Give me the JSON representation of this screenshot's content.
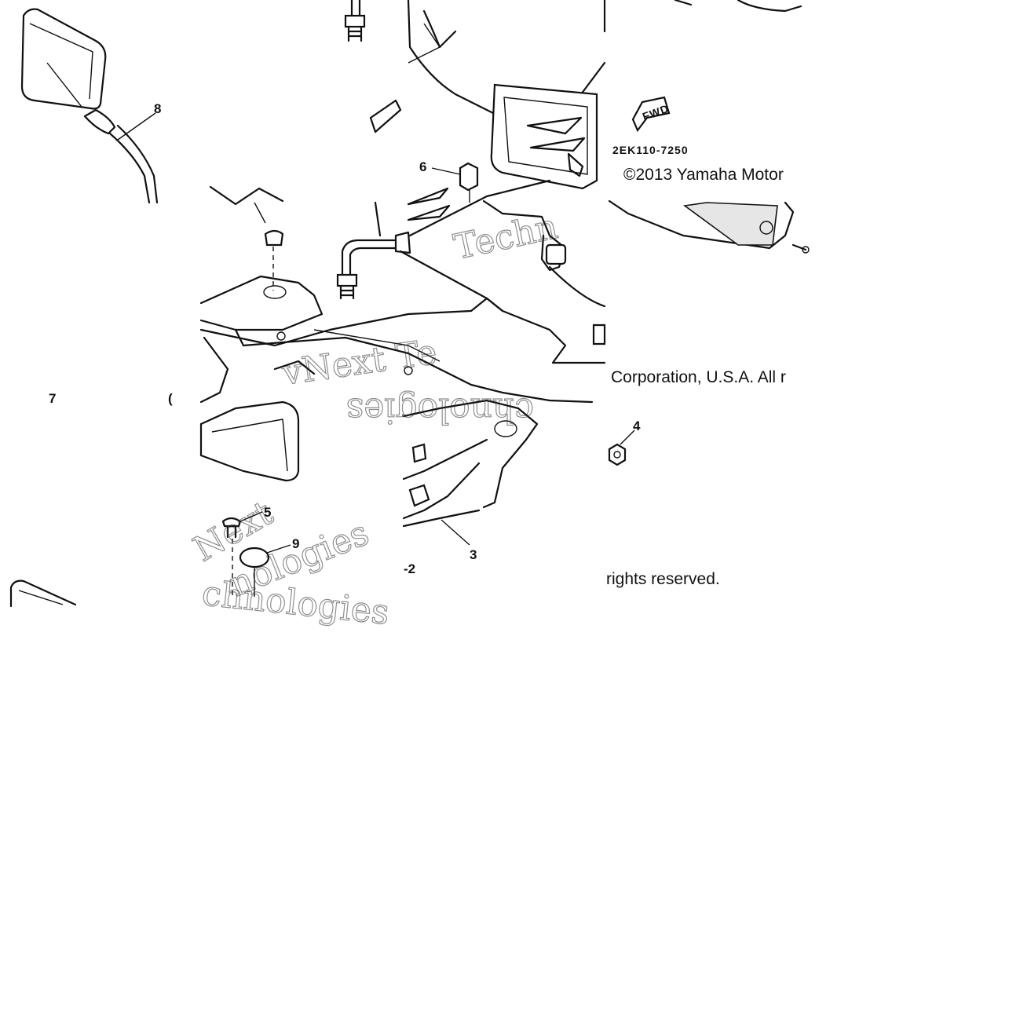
{
  "diagram": {
    "part_code": "2EK110-7250",
    "direction_arrow_label": "FWD",
    "copyright_line_1": "©2013 Yamaha Motor",
    "copyright_line_2": "Corporation, U.S.A. All r",
    "copyright_line_3": "rights reserved.",
    "watermark_texts": [
      "Techn",
      "vNext Te",
      "chnologies",
      "Next",
      "chnologies",
      "nologies"
    ],
    "callouts": [
      {
        "id": "callout-8",
        "label": "8"
      },
      {
        "id": "callout-6",
        "label": "6"
      },
      {
        "id": "callout-7",
        "label": "7"
      },
      {
        "id": "callout-4",
        "label": "4"
      },
      {
        "id": "callout-5",
        "label": "5"
      },
      {
        "id": "callout-9",
        "label": "9"
      },
      {
        "id": "callout-2",
        "label": "-2"
      },
      {
        "id": "callout-3",
        "label": "3"
      },
      {
        "id": "callout-bracket",
        "label": "("
      }
    ]
  }
}
